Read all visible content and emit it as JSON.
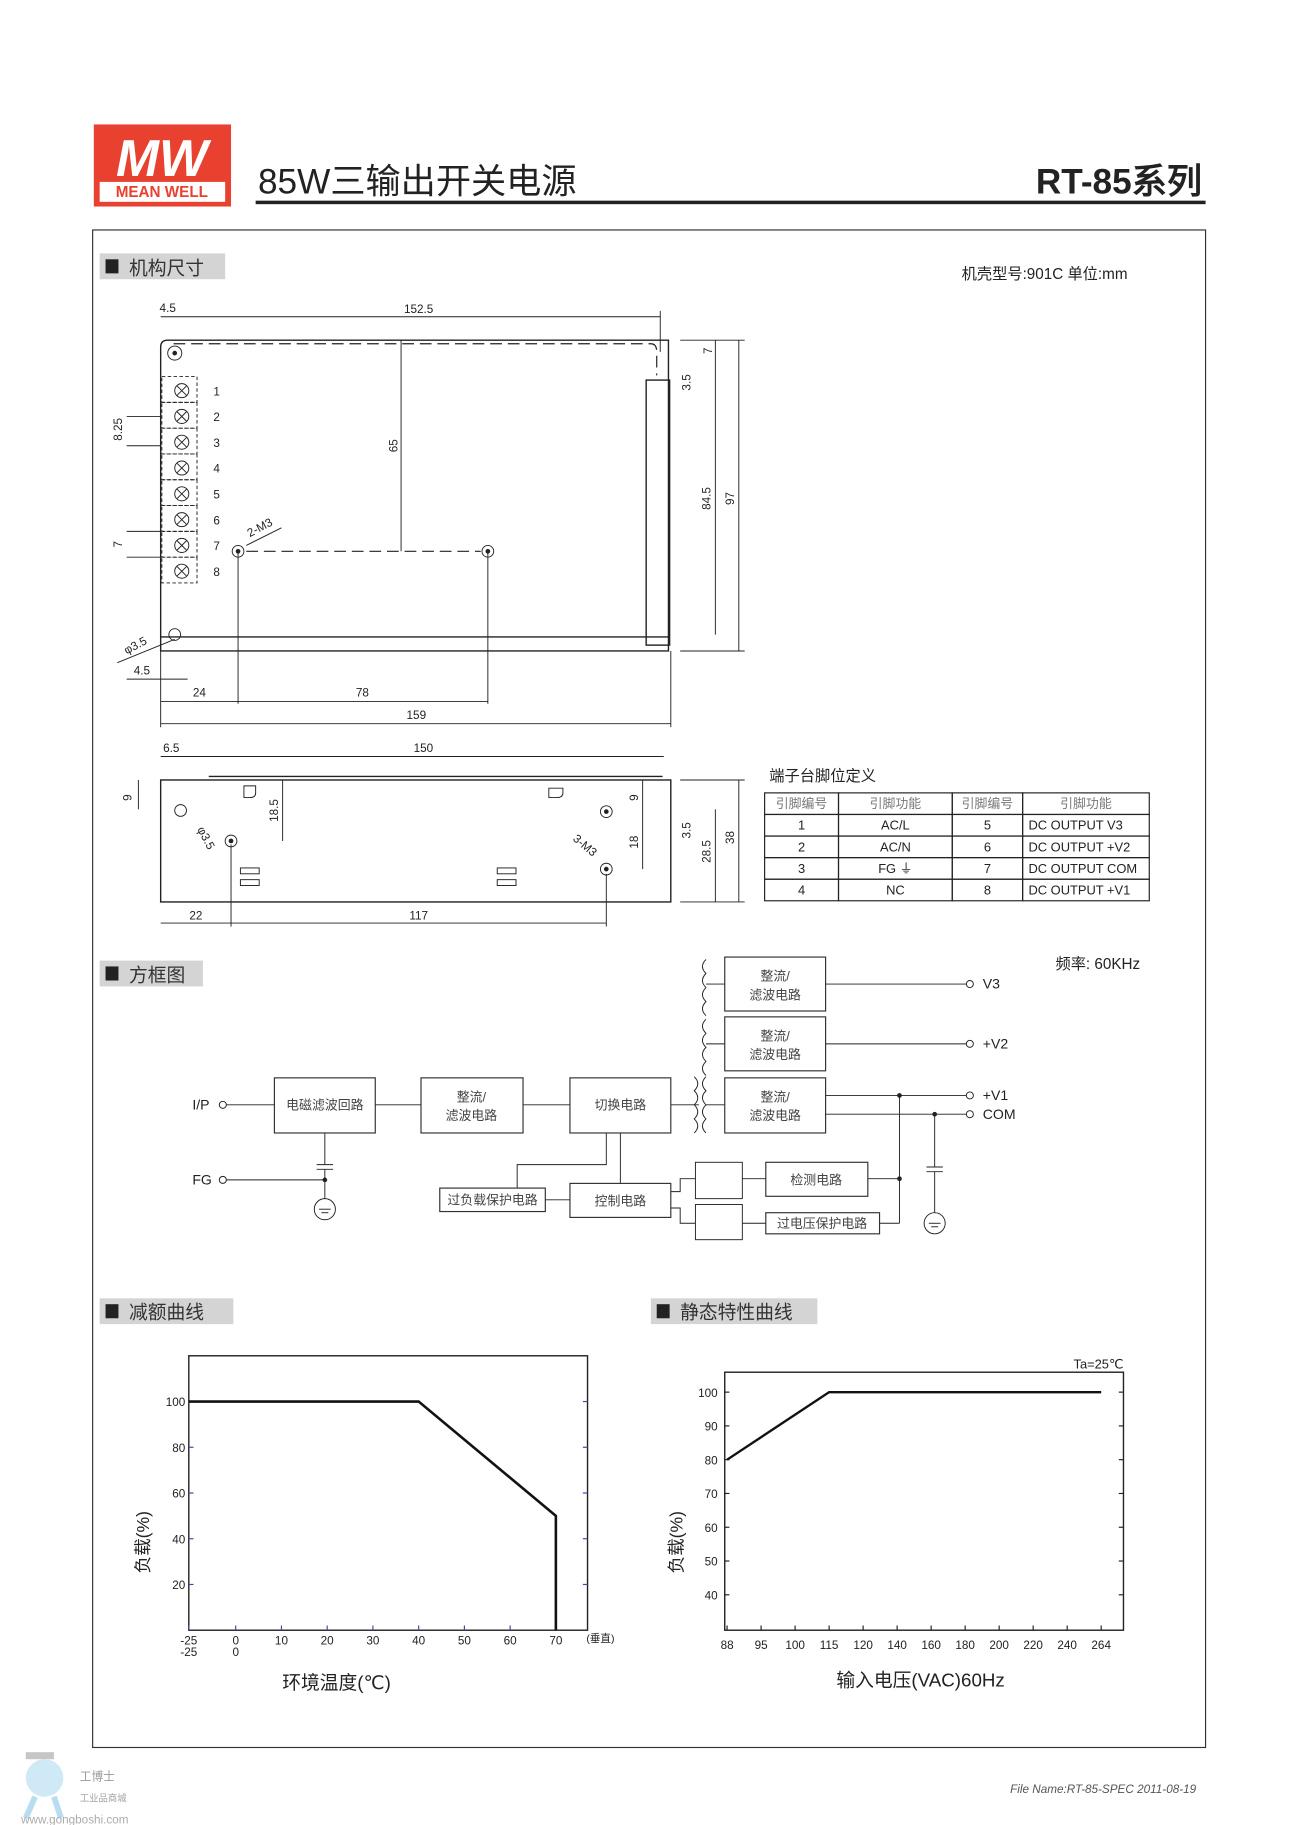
{
  "header": {
    "logo_mark": "MW",
    "logo_brand": "MEAN WELL",
    "title": "85W三输出开关电源",
    "series": "RT-85系列",
    "brand_color": "#e8412f"
  },
  "mechanical": {
    "section_title": "机构尺寸",
    "case_info": "机壳型号:901C 单位:mm",
    "top_view": {
      "dims": [
        "4.5",
        "152.5",
        "65",
        "84.5",
        "97",
        "7",
        "3.5",
        "8.25",
        "7",
        "2-M3",
        "φ3.5",
        "4.5",
        "24",
        "78",
        "159"
      ],
      "pins": [
        "1",
        "2",
        "3",
        "4",
        "5",
        "6",
        "7",
        "8"
      ]
    },
    "side_view": {
      "dims": [
        "6.5",
        "150",
        "9",
        "18.5",
        "φ3.5",
        "9",
        "18",
        "3-M3",
        "3.5",
        "28.5",
        "38",
        "22",
        "117"
      ]
    }
  },
  "pin_table": {
    "title": "端子台脚位定义",
    "headers": [
      "引脚编号",
      "引脚功能",
      "引脚编号",
      "引脚功能"
    ],
    "rows": [
      [
        "1",
        "AC/L",
        "5",
        "DC OUTPUT V3"
      ],
      [
        "2",
        "AC/N",
        "6",
        "DC OUTPUT +V2"
      ],
      [
        "3",
        "FG ⏚",
        "7",
        "DC OUTPUT COM"
      ],
      [
        "4",
        "NC",
        "8",
        "DC OUTPUT +V1"
      ]
    ]
  },
  "block_diagram": {
    "section_title": "方框图",
    "frequency": "频率: 60KHz",
    "inputs": [
      "I/P",
      "FG"
    ],
    "outputs": [
      "V3",
      "+V2",
      "+V1",
      "COM"
    ],
    "blocks": {
      "emi": "电磁滤波回路",
      "rect_line1": "整流/",
      "rect_line2": "滤波电路",
      "switch": "切换电路",
      "control": "控制电路",
      "overload": "过负载保护电路",
      "detect": "检测电路",
      "ovp": "过电压保护电路"
    }
  },
  "chart_data": [
    {
      "type": "line",
      "title": "减额曲线",
      "xlabel": "环境温度(℃)",
      "ylabel": "负载(%)",
      "x_ticks": [
        "-25",
        "0",
        "10",
        "20",
        "30",
        "40",
        "50",
        "60",
        "70"
      ],
      "x_ticks_row2": [
        "-25",
        "0"
      ],
      "x_note": "(垂直)",
      "y_ticks": [
        20,
        40,
        60,
        80,
        100
      ],
      "ylim": [
        0,
        120
      ],
      "series": [
        {
          "name": "load",
          "x": [
            -25,
            40,
            70,
            70
          ],
          "y": [
            100,
            100,
            50,
            0
          ]
        }
      ]
    },
    {
      "type": "line",
      "title": "静态特性曲线",
      "xlabel": "输入电压(VAC)60Hz",
      "ylabel": "负载(%)",
      "annotation": "Ta=25℃",
      "x_ticks": [
        "88",
        "95",
        "100",
        "115",
        "120",
        "140",
        "160",
        "180",
        "200",
        "220",
        "240",
        "264"
      ],
      "y_ticks": [
        40,
        50,
        60,
        70,
        80,
        90,
        100
      ],
      "ylim": [
        30,
        106
      ],
      "series": [
        {
          "name": "load",
          "x": [
            88,
            115,
            264
          ],
          "y": [
            80,
            100,
            100
          ]
        }
      ]
    }
  ],
  "footer": {
    "watermark_name": "工博士",
    "watermark_sub": "工业品商城",
    "watermark_url": "www.gongboshi.com",
    "file_name": "File Name:RT-85-SPEC   2011-08-19"
  }
}
